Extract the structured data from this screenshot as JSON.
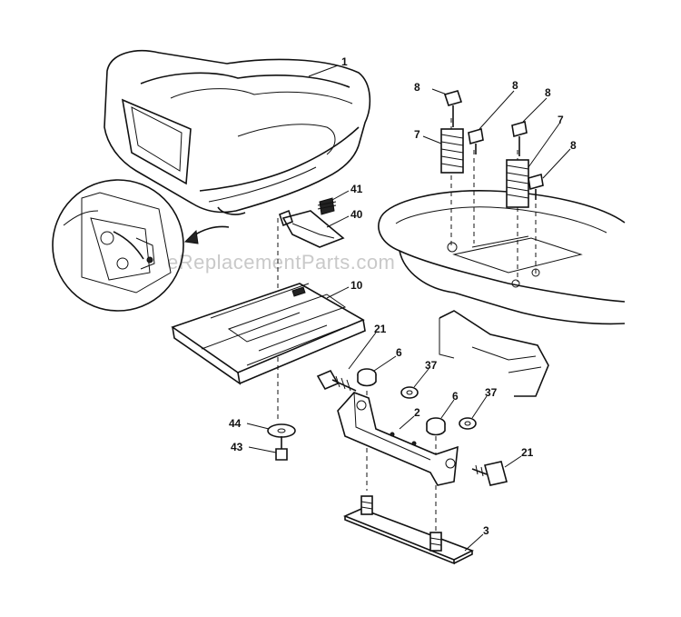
{
  "watermark": "eReplacementParts.com",
  "callouts": {
    "c1": "1",
    "c8a": "8",
    "c8b": "8",
    "c8c": "8",
    "c8d": "8",
    "c7a": "7",
    "c7b": "7",
    "c41": "41",
    "c40": "40",
    "c10": "10",
    "c21a": "21",
    "c6a": "6",
    "c37a": "37",
    "c6b": "6",
    "c37b": "37",
    "c2": "2",
    "c44": "44",
    "c43": "43",
    "c21b": "21",
    "c3": "3"
  }
}
